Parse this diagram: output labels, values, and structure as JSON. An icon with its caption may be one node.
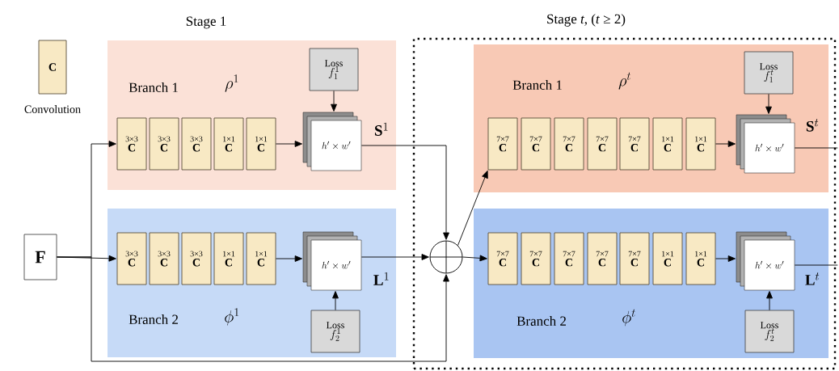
{
  "diagram": {
    "nodes": [
      {
        "text": [
          "C"
        ],
        "beside": [
          "Convolution"
        ]
      },
      {
        "text": [
          "Branch 1",
          "\\rho^1"
        ]
      },
      {
        "text": [
          "3×3",
          "C"
        ],
        "in": 1
      },
      {
        "text": [
          "3×3",
          "C"
        ],
        "in": 1
      },
      {
        "text": [
          "3×3",
          "C"
        ],
        "in": 1
      },
      {
        "text": [
          "1×1",
          "C"
        ],
        "in": 1
      },
      {
        "text": [
          "1×1",
          "C"
        ],
        "in": 1
      },
      {
        "text": [
          "h'\\times w'"
        ],
        "beside": [
          "\\mathbf{S}^1"
        ],
        "in": 1
      },
      {
        "text": [
          "Loss",
          "f_1^1"
        ],
        "in": 1
      },
      {
        "text": [
          "Branch 2",
          "\\phi^1"
        ]
      },
      {
        "text": [
          "3×3",
          "C"
        ],
        "in": 9
      },
      {
        "text": [
          "3×3",
          "C"
        ],
        "in": 9
      },
      {
        "text": [
          "3×3",
          "C"
        ],
        "in": 9
      },
      {
        "text": [
          "1×1",
          "C"
        ],
        "in": 9
      },
      {
        "text": [
          "1×1",
          "C"
        ],
        "in": 9
      },
      {
        "text": [
          "h'\\times w'"
        ],
        "beside": [
          "\\mathbf{L}^1"
        ],
        "in": 9
      },
      {
        "text": [
          "Loss",
          "f_2^1"
        ],
        "in": 9
      },
      {
        "text": [
          "\\mathbf{F}"
        ]
      },
      {
        "text": [
          "Stage *t*, (*t* ≥ 2)"
        ]
      },
      {
        "text": [],
        "shape": "circle",
        "in": 18
      },
      {
        "text": [
          "Branch 1",
          "\\rho^t"
        ],
        "in": 18
      },
      {
        "text": [
          "7×7",
          "C"
        ],
        "in": 20
      },
      {
        "text": [
          "7×7",
          "C"
        ],
        "in": 20
      },
      {
        "text": [
          "7×7",
          "C"
        ],
        "in": 20
      },
      {
        "text": [
          "7×7",
          "C"
        ],
        "in": 20
      },
      {
        "text": [
          "7×7",
          "C"
        ],
        "in": 20
      },
      {
        "text": [
          "1×1",
          "C"
        ],
        "in": 20
      },
      {
        "text": [
          "1×1",
          "C"
        ],
        "in": 20
      },
      {
        "text": [
          "h'\\times w'"
        ],
        "beside": [
          "\\mathbf{S}^t"
        ],
        "in": 20
      },
      {
        "text": [
          "Loss",
          "f_1^t"
        ],
        "in": 20
      },
      {
        "text": [
          "Branch 2",
          "\\phi^t"
        ],
        "in": 18
      },
      {
        "text": [
          "7×7",
          "C"
        ],
        "in": 30
      },
      {
        "text": [
          "7×7",
          "C"
        ],
        "in": 30
      },
      {
        "text": [
          "7×7",
          "C"
        ],
        "in": 30
      },
      {
        "text": [
          "7×7",
          "C"
        ],
        "in": 30
      },
      {
        "text": [
          "7×7",
          "C"
        ],
        "in": 30
      },
      {
        "text": [
          "1×1",
          "C"
        ],
        "in": 30
      },
      {
        "text": [
          "1×1",
          "C"
        ],
        "in": 30
      },
      {
        "text": [
          "h'\\times w'"
        ],
        "beside": [
          "\\mathbf{L}^t"
        ],
        "in": 30
      },
      {
        "text": [
          "Loss",
          "f_2^t"
        ],
        "in": 30
      }
    ],
    "edges": [
      {
        "from": 17,
        "to": 2,
        "arrow": "to"
      },
      {
        "from": 17,
        "to": 10,
        "arrow": "to"
      },
      {
        "from": 17,
        "to": 19,
        "arrow": "to"
      },
      {
        "from": 6,
        "to": 7,
        "arrow": "to"
      },
      {
        "from": 8,
        "to": 7,
        "arrow": "to"
      },
      {
        "from": 14,
        "to": 15,
        "arrow": "to"
      },
      {
        "from": 16,
        "to": 15,
        "arrow": "to"
      },
      {
        "from": 7,
        "to": 19,
        "arrow": "to"
      },
      {
        "from": 15,
        "to": 19,
        "arrow": "to"
      },
      {
        "from": 19,
        "to": 21,
        "arrow": "to"
      },
      {
        "from": 19,
        "to": 31,
        "arrow": "to"
      },
      {
        "from": 27,
        "to": 28,
        "arrow": "to"
      },
      {
        "from": 29,
        "to": 28,
        "arrow": "to"
      },
      {
        "from": 37,
        "to": 38,
        "arrow": "to"
      },
      {
        "from": 39,
        "to": 38,
        "arrow": "to"
      },
      {
        "from": 28,
        "to": null,
        "arrow": "none"
      },
      {
        "from": 38,
        "to": null,
        "arrow": "none"
      }
    ],
    "labels": [
      "Stage 1"
    ]
  }
}
